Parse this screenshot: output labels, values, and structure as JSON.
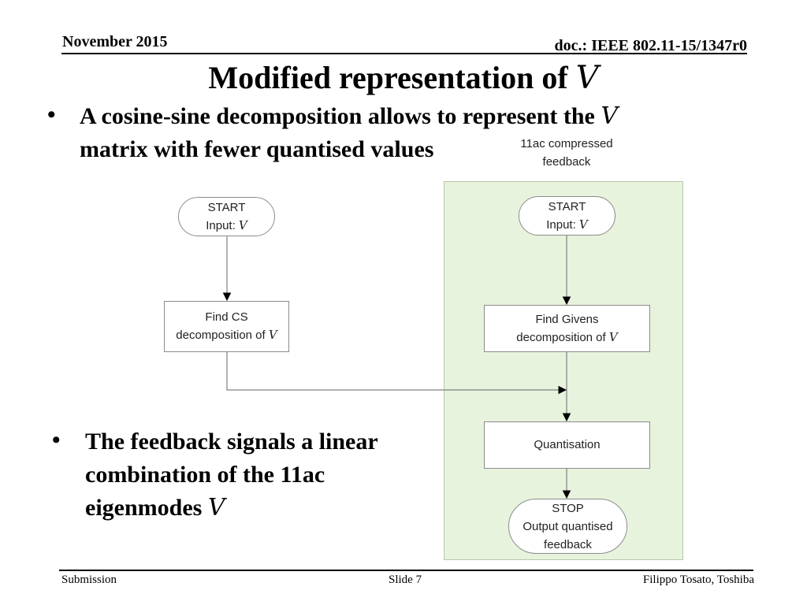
{
  "header": {
    "date": "November 2015",
    "doc": "doc.: IEEE 802.11-15/1347r0"
  },
  "slide": {
    "title_prefix": "Modified representation of ",
    "title_var": "V",
    "bullet1": {
      "line1_prefix": "A cosine-sine decomposition allows to represent the ",
      "line1_var": "V",
      "line2": "matrix with fewer quantised values"
    },
    "bullet2": {
      "line1": "The feedback signals a linear",
      "line2": "combination of the 11ac",
      "line3_prefix": "eigenmodes ",
      "line3_var": "V"
    },
    "bullet_symbol": "•"
  },
  "diagram": {
    "panel_caption": {
      "line1": "11ac compressed",
      "line2": "feedback"
    },
    "left_flow": {
      "start": {
        "line1": "START",
        "line2_prefix": "Input: ",
        "line2_var": "V"
      },
      "cs": {
        "line1": "Find CS",
        "line2_prefix": "decomposition of ",
        "line2_var": "V"
      }
    },
    "right_flow": {
      "start": {
        "line1": "START",
        "line2_prefix": "Input: ",
        "line2_var": "V"
      },
      "givens": {
        "line1": "Find Givens",
        "line2_prefix": "decomposition of ",
        "line2_var": "V"
      },
      "quantisation": {
        "label": "Quantisation"
      },
      "stop": {
        "line1": "STOP",
        "line2": "Output quantised",
        "line3": "feedback"
      }
    },
    "colors": {
      "panel_fill": "#e8f3de",
      "node_border": "#8c8c8c",
      "arrow": "#808080"
    }
  },
  "footer": {
    "left": "Submission",
    "center": "Slide 7",
    "right": "Filippo Tosato, Toshiba"
  }
}
